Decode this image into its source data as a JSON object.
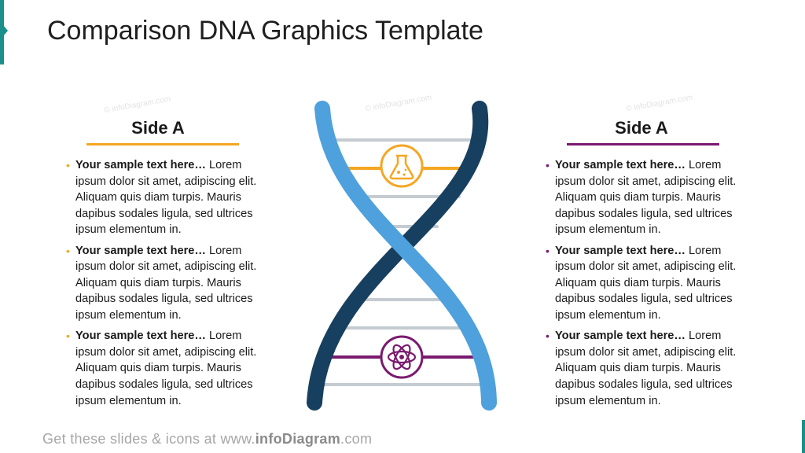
{
  "slide": {
    "title": "Comparison DNA Graphics Template"
  },
  "colors": {
    "accent_teal": "#1a8f8b",
    "left_accent": "#f5a623",
    "right_accent": "#7a1a6e",
    "strand_light": "#4ea1dc",
    "strand_dark": "#173f5f",
    "rung_gray": "#c4cbd1"
  },
  "left": {
    "heading": "Side A",
    "bullets": [
      {
        "title": "Your sample text here…",
        "text": " Lorem ipsum dolor sit amet, adipiscing elit. Aliquam quis diam turpis. Mauris dapibus sodales ligula, sed ultrices ipsum elementum in."
      },
      {
        "title": "Your sample text here…",
        "text": " Lorem ipsum dolor sit amet, adipiscing elit. Aliquam quis diam turpis. Mauris dapibus sodales ligula, sed ultrices ipsum elementum in."
      },
      {
        "title": "Your sample text here…",
        "text": " Lorem ipsum dolor sit amet, adipiscing elit. Aliquam quis diam turpis. Mauris dapibus sodales ligula, sed ultrices ipsum elementum in."
      }
    ]
  },
  "right": {
    "heading": "Side A",
    "bullets": [
      {
        "title": "Your sample text here…",
        "text": " Lorem ipsum dolor sit amet, adipiscing elit. Aliquam quis diam turpis. Mauris dapibus sodales ligula, sed ultrices ipsum elementum in."
      },
      {
        "title": "Your sample text here…",
        "text": " Lorem ipsum dolor sit amet, adipiscing elit. Aliquam quis diam turpis. Mauris dapibus sodales ligula, sed ultrices ipsum elementum in."
      },
      {
        "title": "Your sample text here…",
        "text": " Lorem ipsum dolor sit amet, adipiscing elit. Aliquam quis diam turpis. Mauris dapibus sodales ligula, sed ultrices ipsum elementum in."
      }
    ]
  },
  "icons": {
    "top": "flask-icon",
    "bottom": "atom-icon"
  },
  "footer": {
    "prefix": "Get these slides  & icons  at www.",
    "brand": "infoDiagram",
    "suffix": ".com"
  },
  "watermark": "© infoDiagram.com"
}
